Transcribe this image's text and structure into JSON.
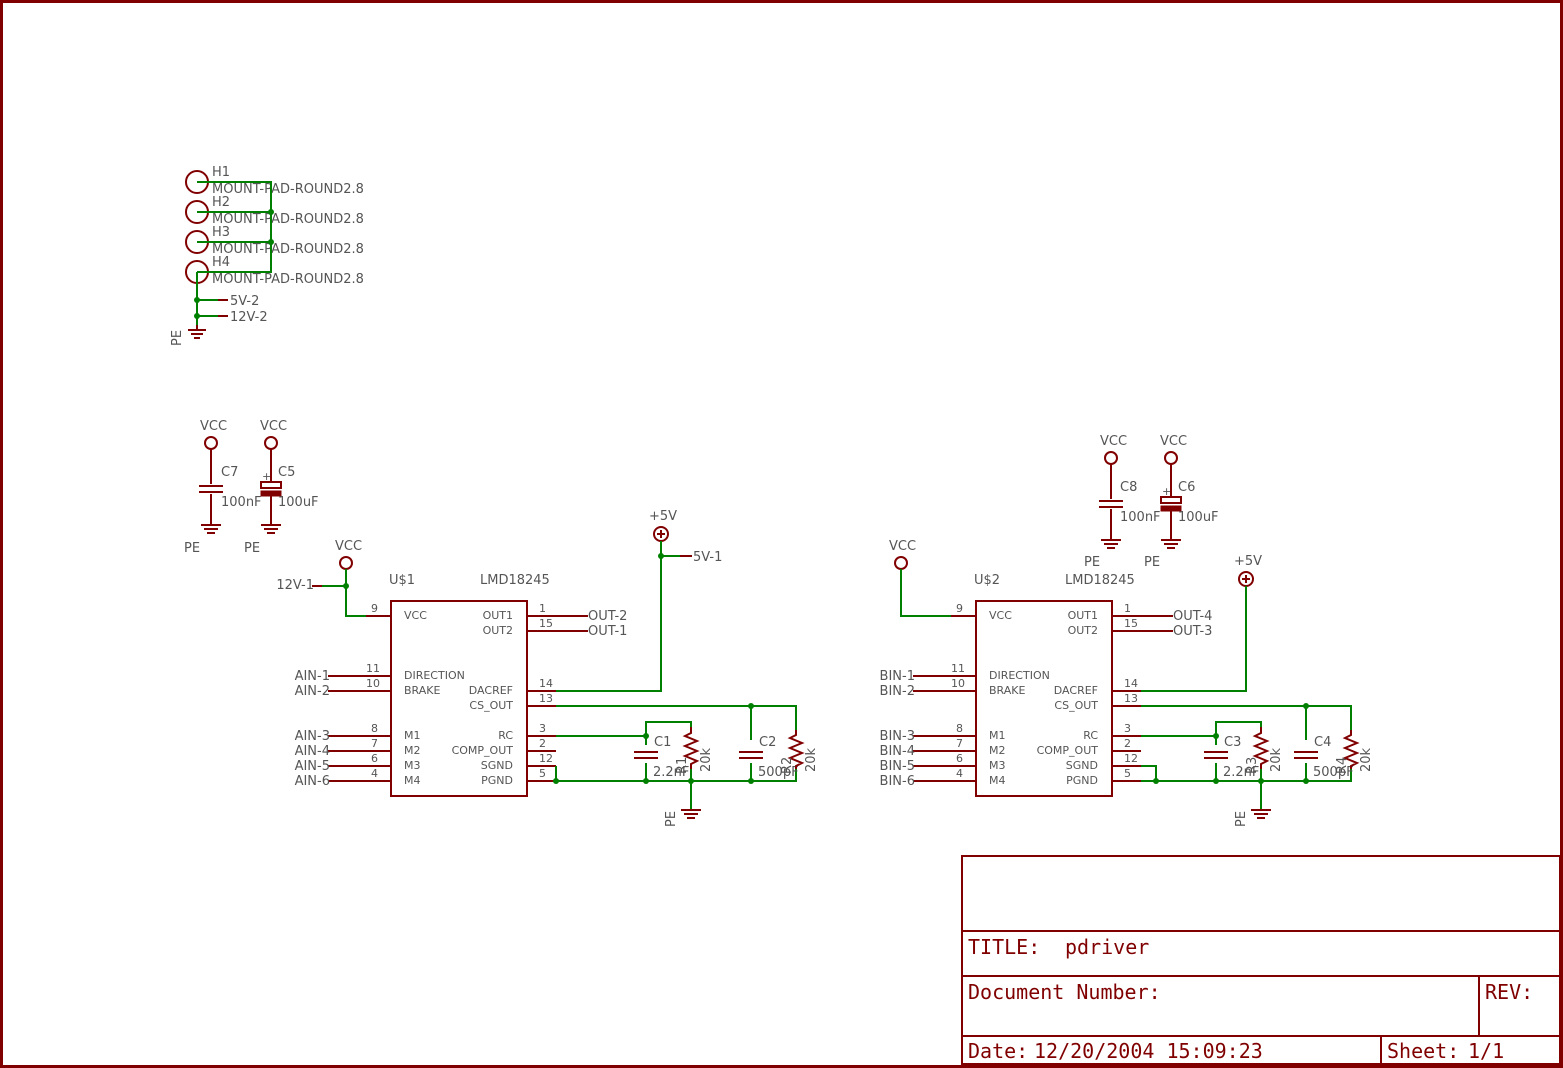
{
  "frame": {
    "color": "#800000",
    "wire_color": "#008000"
  },
  "mounting": {
    "holes": [
      {
        "name": "H1",
        "value": "MOUNT-PAD-ROUND2.8"
      },
      {
        "name": "H2",
        "value": "MOUNT-PAD-ROUND2.8"
      },
      {
        "name": "H3",
        "value": "MOUNT-PAD-ROUND2.8"
      },
      {
        "name": "H4",
        "value": "MOUNT-PAD-ROUND2.8"
      }
    ],
    "labels": [
      "5V-2",
      "12V-2"
    ],
    "ground": "PE"
  },
  "decoupling": [
    {
      "vcc": "VCC",
      "name": "C7",
      "value": "100nF",
      "gnd": "PE"
    },
    {
      "vcc": "VCC",
      "name": "C5",
      "value": "100uF",
      "gnd": "PE"
    },
    {
      "vcc": "VCC",
      "name": "C8",
      "value": "100nF",
      "gnd": "PE"
    },
    {
      "vcc": "VCC",
      "name": "C6",
      "value": "100uF",
      "gnd": "PE"
    }
  ],
  "drivers": [
    {
      "name": "U$1",
      "value": "LMD18245",
      "vcc": "VCC",
      "vcc_in": "12V-1",
      "ref": "+5V",
      "ref_label": "5V-1",
      "gnd": "PE",
      "inputs": [
        "AIN-1",
        "AIN-2",
        "AIN-3",
        "AIN-4",
        "AIN-5",
        "AIN-6"
      ],
      "outputs": [
        "OUT-2",
        "OUT-1"
      ],
      "c_rc": {
        "name": "C1",
        "value": "2.2nF"
      },
      "r_rc": {
        "name": "R1",
        "value": "20k"
      },
      "c_cs": {
        "name": "C2",
        "value": "500pF"
      },
      "r_cs": {
        "name": "R2",
        "value": "20k"
      }
    },
    {
      "name": "U$2",
      "value": "LMD18245",
      "vcc": "VCC",
      "vcc_in": "",
      "ref": "+5V",
      "ref_label": "",
      "gnd": "PE",
      "inputs": [
        "BIN-1",
        "BIN-2",
        "BIN-3",
        "BIN-4",
        "BIN-5",
        "BIN-6"
      ],
      "outputs": [
        "OUT-4",
        "OUT-3"
      ],
      "c_rc": {
        "name": "C3",
        "value": "2.2nF"
      },
      "r_rc": {
        "name": "R3",
        "value": "20k"
      },
      "c_cs": {
        "name": "C4",
        "value": "500pF"
      },
      "r_cs": {
        "name": "R4",
        "value": "20k"
      }
    }
  ],
  "ic_pins": {
    "left": [
      {
        "num": "9",
        "name": "VCC"
      },
      {
        "num": "11",
        "name": "DIRECTION"
      },
      {
        "num": "10",
        "name": "BRAKE"
      },
      {
        "num": "8",
        "name": "M1"
      },
      {
        "num": "7",
        "name": "M2"
      },
      {
        "num": "6",
        "name": "M3"
      },
      {
        "num": "4",
        "name": "M4"
      }
    ],
    "right": [
      {
        "num": "1",
        "name": "OUT1"
      },
      {
        "num": "15",
        "name": "OUT2"
      },
      {
        "num": "14",
        "name": "DACREF"
      },
      {
        "num": "13",
        "name": "CS_OUT"
      },
      {
        "num": "3",
        "name": "RC"
      },
      {
        "num": "2",
        "name": "COMP_OUT"
      },
      {
        "num": "12",
        "name": "SGND"
      },
      {
        "num": "5",
        "name": "PGND"
      }
    ]
  },
  "title_block": {
    "title_label": "TITLE:",
    "title": "pdriver",
    "doc_label": "Document Number:",
    "rev_label": "REV:",
    "date_label": "Date:",
    "date": "12/20/2004 15:09:23",
    "sheet_label": "Sheet:",
    "sheet": "1/1"
  }
}
